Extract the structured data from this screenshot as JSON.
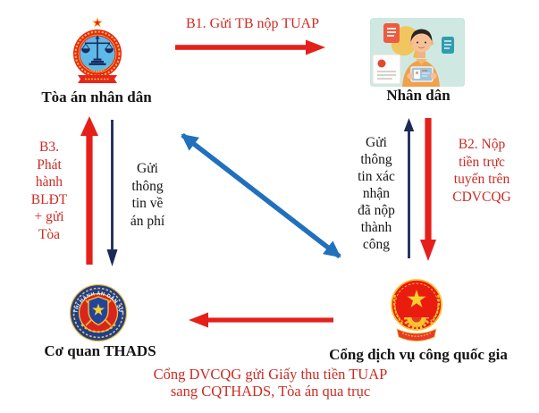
{
  "colors": {
    "red-arrow": "#e5201a",
    "red-text": "#cc2b23",
    "navy": "#1c2a58",
    "blue": "#2070bd",
    "text": "#141414",
    "illustration-bg": "#cfe9e2"
  },
  "nodes": {
    "court": {
      "label": "Tòa án nhân dân",
      "icon": "court-emblem"
    },
    "people": {
      "label": "Nhân dân",
      "icon": "citizen-illustration"
    },
    "thads": {
      "label": "Cơ quan THADS",
      "icon": "thads-emblem"
    },
    "portal": {
      "label": "Cổng dịch vụ công quốc gia",
      "icon": "vietnam-national-emblem"
    }
  },
  "flows": {
    "b1": {
      "label": "B1. Gửi TB nộp TUAP",
      "from": "court",
      "to": "people",
      "color": "red"
    },
    "b2": {
      "label": "B2. Nộp\ntiền trực\ntuyến trên\nCDVCQG",
      "from": "people",
      "to": "portal",
      "color": "red"
    },
    "confirm": {
      "label": "Gửi\nthông\ntin xác\nnhận\nđã nộp\nthành\ncông",
      "from": "portal",
      "to": "people",
      "color": "navy"
    },
    "b3": {
      "label": "B3.\nPhát\nhành\nBLĐT\n+ gửi\nTòa",
      "from": "thads",
      "to": "court",
      "color": "red"
    },
    "fee": {
      "label": "Gửi\nthông\ntin về\nán phí",
      "from": "court",
      "to": "thads",
      "color": "navy"
    },
    "link": {
      "from": "court",
      "to": "portal",
      "color": "blue",
      "type": "double-headed"
    },
    "portal_to_thads": {
      "from": "portal",
      "to": "thads",
      "color": "red"
    },
    "note": {
      "label": "Cổng DVCQG gửi Giấy thu tiền TUAP\nsang CQTHADS, Tòa án qua trục",
      "color": "red"
    }
  }
}
